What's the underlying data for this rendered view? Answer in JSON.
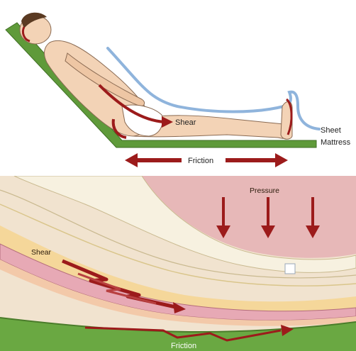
{
  "top": {
    "labels": {
      "shear": "Shear",
      "sheet": "Sheet",
      "mattress": "Mattress",
      "friction": "Friction"
    }
  },
  "bottom": {
    "labels": {
      "pressure": "Pressure",
      "shear": "Shear",
      "friction": "Friction"
    }
  },
  "colors": {
    "mattress_green": "#5f9a3a",
    "sheet_blue": "#8fb4dc",
    "arrow_red": "#9c1b1b",
    "skin": "#f3d3b6",
    "tissue_pink": "#e7b8b8"
  }
}
